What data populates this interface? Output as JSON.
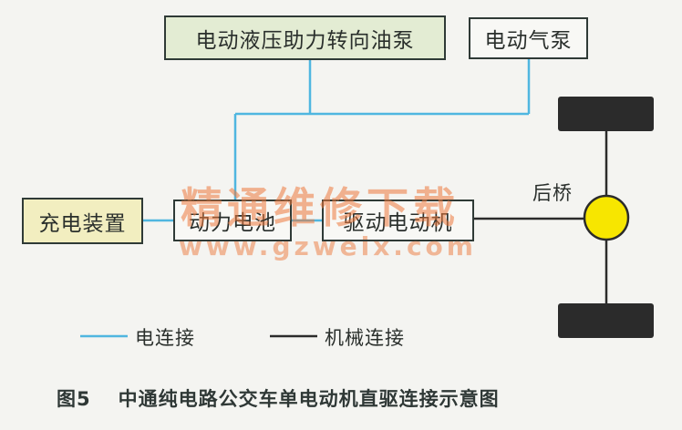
{
  "boxes": {
    "steering_pump": "电动液压助力转向油泵",
    "air_pump": "电动气泵",
    "charging_device": "充电装置",
    "battery": "动力电池",
    "drive_motor": "驱动电动机"
  },
  "axle_label": "后桥",
  "legend": {
    "electrical": "电连接",
    "mechanical": "机械连接"
  },
  "caption": {
    "figure_no": "图5",
    "text": "中通纯电路公交车单电动机直驱连接示意图"
  },
  "watermark": {
    "cn": "精通维修下载",
    "url": "www.gzweix.com"
  },
  "colors": {
    "electrical_line": "#4fb6e0",
    "mechanical_line": "#2b2b2b",
    "box_fill_green": "#e3ecd3",
    "box_fill_yellow": "#f2eec0",
    "wheel": "#2b2b2b",
    "axle_hub": "#f7e600",
    "watermark": "#ec783c"
  }
}
